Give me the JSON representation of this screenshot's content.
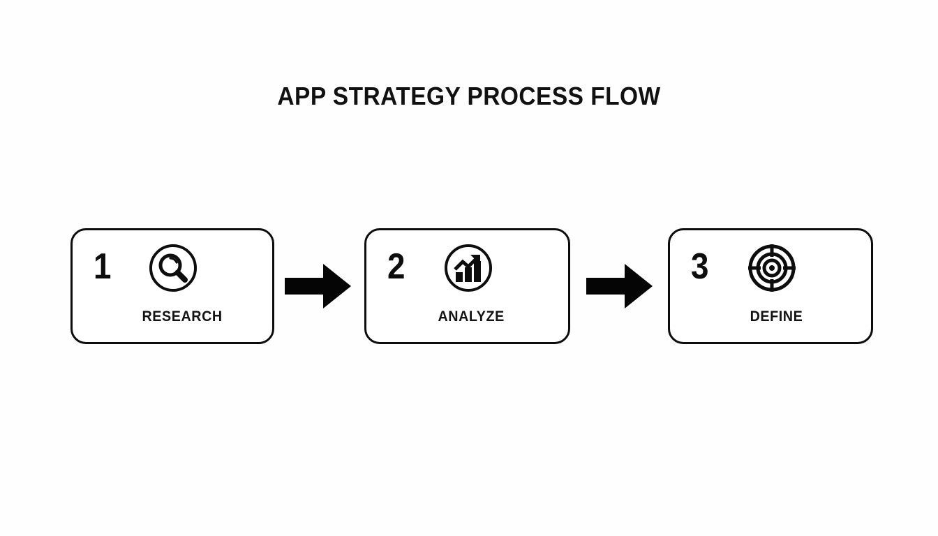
{
  "page": {
    "title": "APP STRATEGY PROCESS FLOW",
    "background_color": "#fefeff",
    "ink_color": "#0d0d0d"
  },
  "flow": {
    "steps": [
      {
        "number": "1",
        "label": "RESEARCH",
        "icon": "magnifier-circle-icon"
      },
      {
        "number": "2",
        "label": "ANALYZE",
        "icon": "bar-chart-growth-circle-icon"
      },
      {
        "number": "3",
        "label": "DEFINE",
        "icon": "target-crosshair-icon"
      }
    ],
    "connectors": [
      {
        "icon": "arrow-right-icon"
      },
      {
        "icon": "arrow-right-icon"
      }
    ]
  }
}
